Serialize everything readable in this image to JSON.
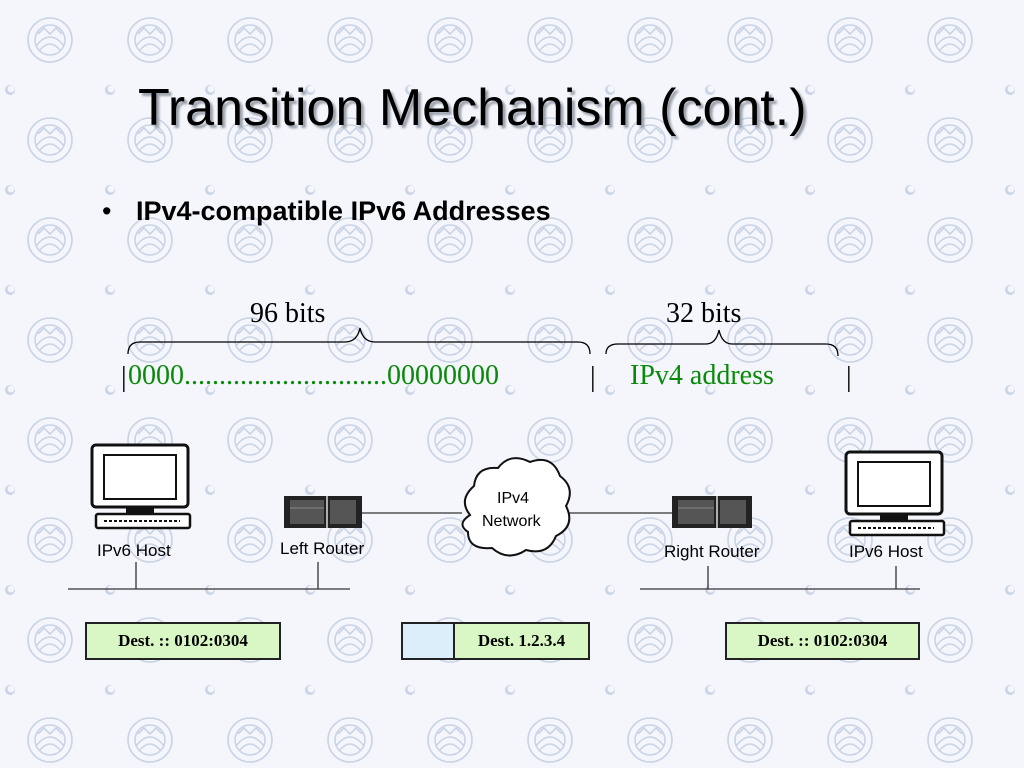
{
  "slide": {
    "title": "Transition Mechanism (cont.)",
    "bullet": "IPv4-compatible IPv6 Addresses"
  },
  "address_format": {
    "prefix_label": "96 bits",
    "suffix_label": "32 bits",
    "zeros": "0000.............................00000000",
    "ipv4_field": "IPv4 address"
  },
  "network": {
    "left_host": "IPv6 Host",
    "left_router": "Left Router",
    "cloud_line1": "IPv4",
    "cloud_line2": "Network",
    "right_router": "Right Router",
    "right_host": "IPv6 Host"
  },
  "packets": {
    "left": "Dest. :: 0102:0304",
    "middle": "Dest. 1.2.3.4",
    "right": "Dest. :: 0102:0304"
  },
  "colors": {
    "address_text": "#0a8a0a",
    "packet_fill": "#d9f7c4",
    "header_fill": "#dbeefa"
  }
}
